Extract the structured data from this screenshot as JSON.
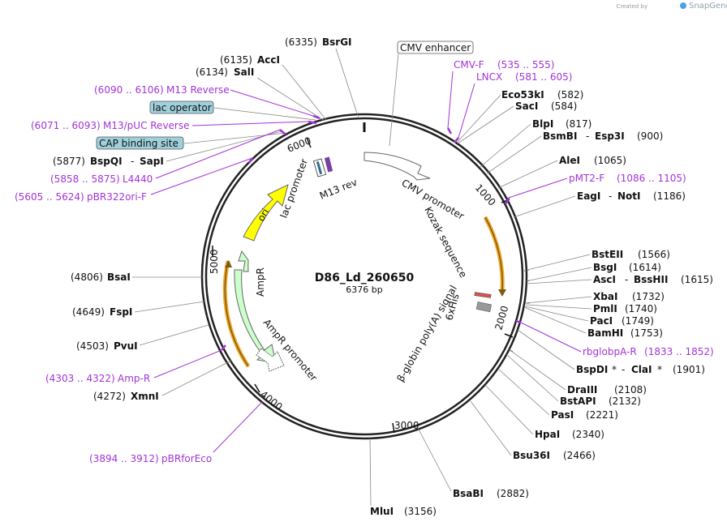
{
  "credit": {
    "prefix": "Created by",
    "brand": "SnapGene"
  },
  "plasmid": {
    "name": "D86_Ld_260650",
    "size": "6376 bp"
  },
  "ticks": [
    "1000",
    "2000",
    "3000",
    "4000",
    "5000",
    "6000"
  ],
  "features": {
    "cmv_promoter": "CMV promoter",
    "kozak": "Kozak sequence",
    "his": "6xHis",
    "globin": "β-globin poly(A) signal",
    "ori": "ori",
    "ampr": "AmpR",
    "ampr_promoter": "AmpR promoter",
    "lac_promoter": "lac promoter",
    "m13rev": "M13 rev"
  },
  "boxes": {
    "cmv_enhancer": "CMV enhancer",
    "lac_operator": "lac operator",
    "cap_site": "CAP binding site"
  },
  "enzymes": {
    "bsrgi": {
      "name": "BsrGI",
      "pos": "(6335)"
    },
    "acci": {
      "name": "AccI",
      "pos": "(6135)"
    },
    "sali": {
      "name": "SalI",
      "pos": "(6134)"
    },
    "bspqi": {
      "name": "BspQI",
      "sep": "-",
      "name2": "SapI",
      "pos": "(5877)"
    },
    "eco53ki": {
      "name": "Eco53kI",
      "pos": "(582)"
    },
    "saci": {
      "name": "SacI",
      "pos": "(584)"
    },
    "blpi": {
      "name": "BlpI",
      "pos": "(817)"
    },
    "bsmbi": {
      "name": "BsmBI",
      "sep": "-",
      "name2": "Esp3I",
      "pos": "(900)"
    },
    "alei": {
      "name": "AleI",
      "pos": "(1065)"
    },
    "eagi": {
      "name": "EagI",
      "sep": "-",
      "name2": "NotI",
      "pos": "(1186)"
    },
    "bsteii": {
      "name": "BstEII",
      "pos": "(1566)"
    },
    "bsgi": {
      "name": "BsgI",
      "pos": "(1614)"
    },
    "asci": {
      "name": "AscI",
      "sep": "-",
      "name2": "BssHII",
      "pos": "(1615)"
    },
    "xbai": {
      "name": "XbaI",
      "pos": "(1732)"
    },
    "pmli": {
      "name": "PmlI",
      "pos": "(1740)"
    },
    "paci": {
      "name": "PacI",
      "pos": "(1749)"
    },
    "bamhi": {
      "name": "BamHI",
      "pos": "(1753)"
    },
    "bspdi": {
      "name": "BspDI",
      "star": "*",
      "sep": "-",
      "name2": "ClaI",
      "star2": "*",
      "pos": "(1901)"
    },
    "draiii": {
      "name": "DraIII",
      "pos": "(2108)"
    },
    "bstapi": {
      "name": "BstAPI",
      "pos": "(2132)"
    },
    "pasi": {
      "name": "PasI",
      "pos": "(2221)"
    },
    "hpai": {
      "name": "HpaI",
      "pos": "(2340)"
    },
    "bsu36i": {
      "name": "Bsu36I",
      "pos": "(2466)"
    },
    "bsabi": {
      "name": "BsaBI",
      "pos": "(2882)"
    },
    "mlui": {
      "name": "MluI",
      "pos": "(3156)"
    },
    "xmni": {
      "name": "XmnI",
      "pos": "(4272)"
    },
    "pvui": {
      "name": "PvuI",
      "pos": "(4503)"
    },
    "fspi": {
      "name": "FspI",
      "pos": "(4649)"
    },
    "bsai": {
      "name": "BsaI",
      "pos": "(4806)"
    }
  },
  "primers": {
    "m13rev": {
      "range": "(6090 .. 6106)",
      "name": "M13 Reverse"
    },
    "m13puc": {
      "range": "(6071 .. 6093)",
      "name": "M13/pUC Reverse"
    },
    "l4440": {
      "range": "(5858 .. 5875)",
      "name": "L4440"
    },
    "pbr322": {
      "range": "(5605 .. 5624)",
      "name": "pBR322ori-F"
    },
    "cmvf": {
      "name": "CMV-F",
      "range": "(535 .. 555)"
    },
    "lncx": {
      "name": "LNCX",
      "range": "(581 .. 605)"
    },
    "pmt2f": {
      "name": "pMT2-F",
      "range": "(1086 .. 1105)"
    },
    "rbglob": {
      "name": "rbglobpA-R",
      "range": "(1833 .. 1852)"
    },
    "ampr": {
      "range": "(4303 .. 4322)",
      "name": "Amp-R"
    },
    "pbrforeco": {
      "range": "(3894 .. 3912)",
      "name": "pBRforEco"
    }
  },
  "colors": {
    "backbone": "#222222",
    "primer": "#a233d6",
    "ori": "#ffff00",
    "ampr": "#ccffcc",
    "promoter": "#ffffff",
    "highlight": "#f5a623",
    "box": "#9fd0dc"
  }
}
